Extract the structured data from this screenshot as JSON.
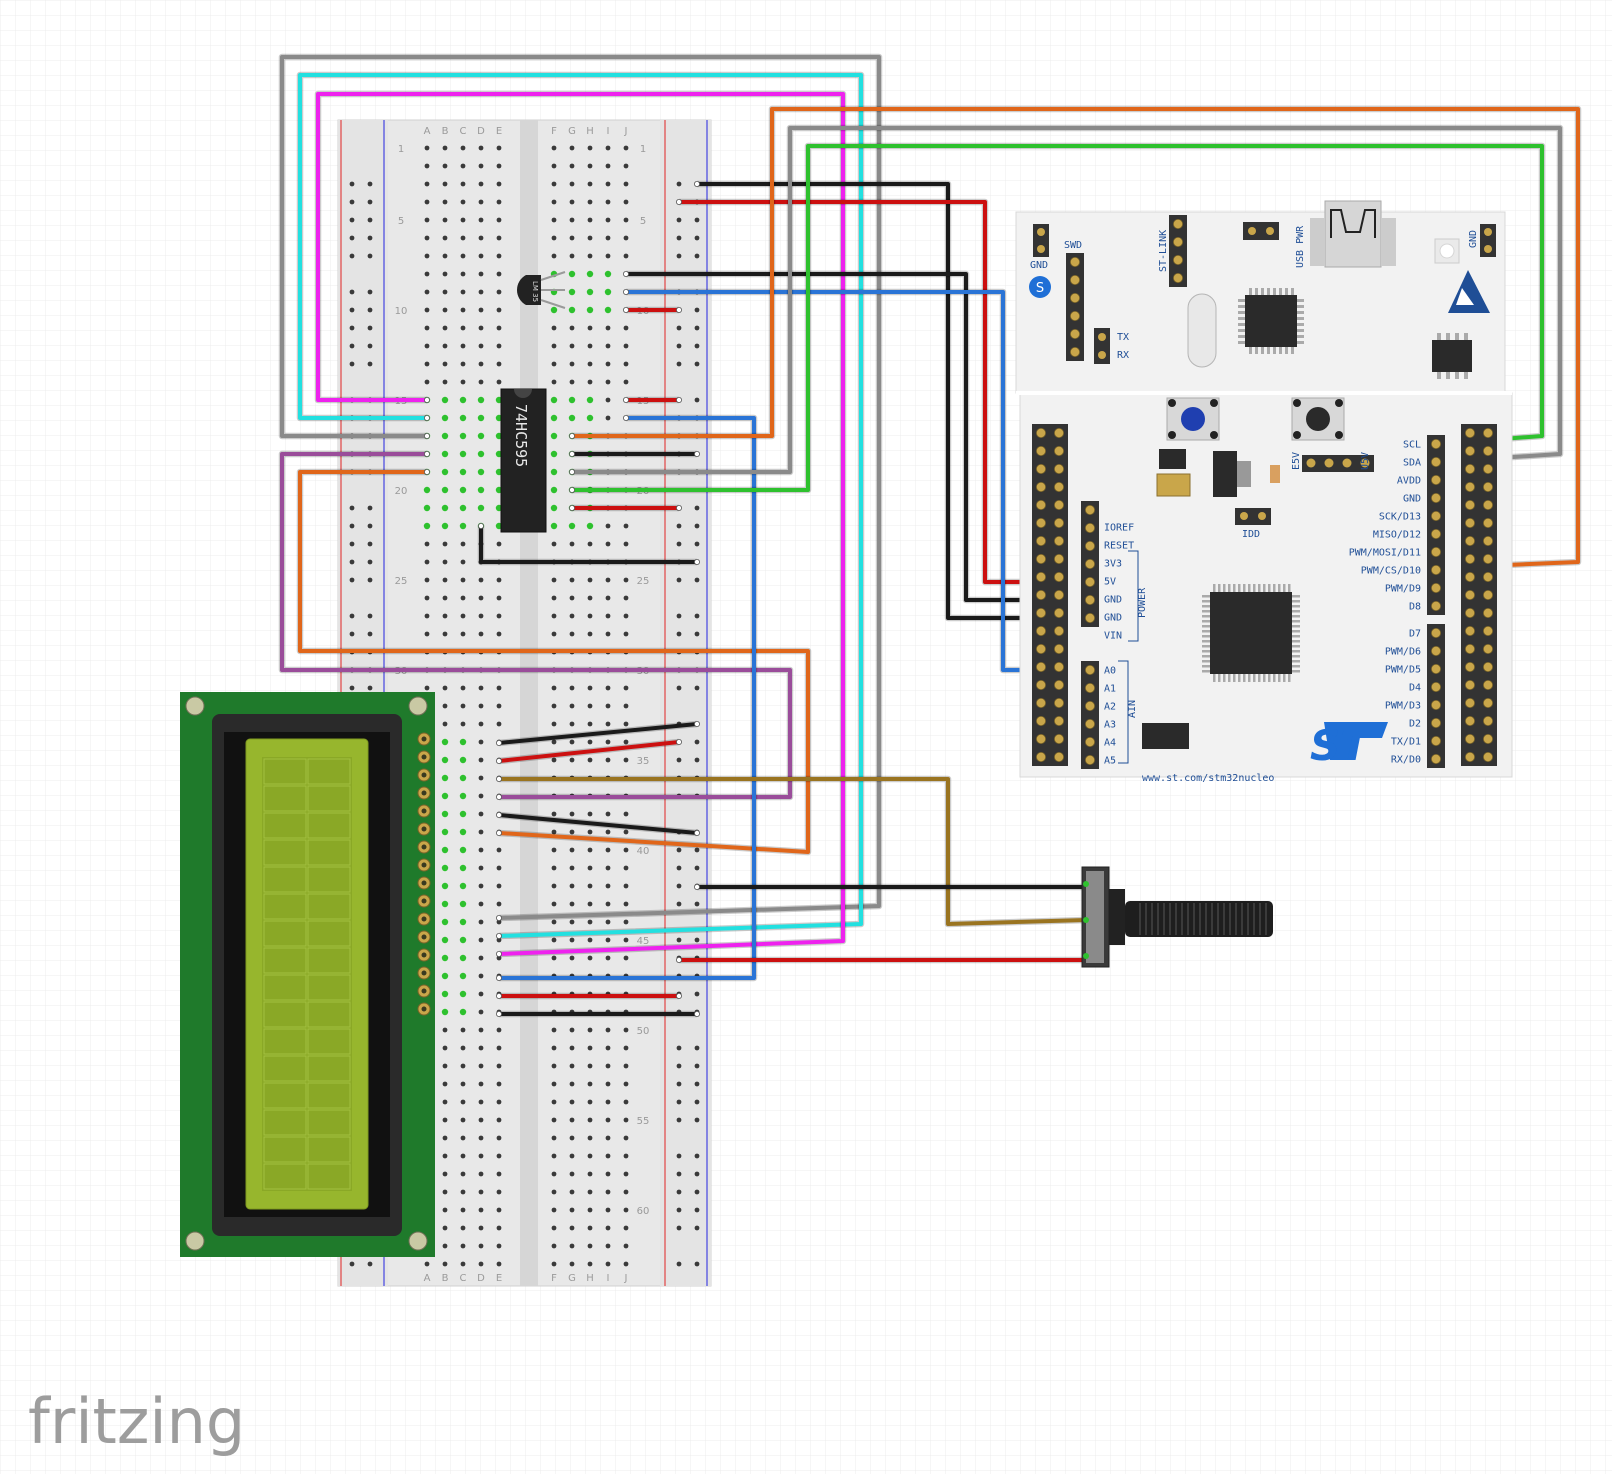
{
  "watermark": "fritzing",
  "breadboard": {
    "col_letters_left": [
      "A",
      "B",
      "C",
      "D",
      "E"
    ],
    "col_letters_right": [
      "F",
      "G",
      "H",
      "I",
      "J"
    ],
    "row_numbers": [
      "1",
      "5",
      "10",
      "15",
      "20",
      "25",
      "30",
      "35",
      "40",
      "45",
      "50",
      "55",
      "60"
    ]
  },
  "components": {
    "shift_register_label": "74HC595",
    "temp_sensor_label": "LM 35"
  },
  "nucleo": {
    "top_labels": {
      "gnd_left": "GND",
      "swd": "SWD",
      "st_link": "ST-LINK",
      "usb_pwr": "USB PWR",
      "gnd_right": "GND",
      "tx": "TX",
      "rx": "RX"
    },
    "power_header": [
      "IOREF",
      "RESET",
      "3V3",
      "5V",
      "GND",
      "GND",
      "VIN"
    ],
    "power_group": "POWER",
    "analog_header": [
      "A0",
      "A1",
      "A2",
      "A3",
      "A4",
      "A5"
    ],
    "analog_group": "AIN",
    "right_header_upper": [
      "SCL",
      "SDA",
      "AVDD",
      "GND",
      "SCK/D13",
      "MISO/D12",
      "PWM/MOSI/D11",
      "PWM/CS/D10",
      "PWM/D9",
      "D8"
    ],
    "right_header_lower": [
      "D7",
      "PWM/D6",
      "PWM/D5",
      "D4",
      "PWM/D3",
      "D2",
      "TX/D1",
      "RX/D0"
    ],
    "jumper_labels": [
      "E5V",
      "U5V",
      "IDD"
    ],
    "url": "www.st.com/stm32nucleo",
    "brand": "ST"
  },
  "colors": {
    "black": "#1a1a1a",
    "red": "#cc1010",
    "blue": "#2a74d6",
    "orange": "#e0661a",
    "gray": "#8a8a8a",
    "green": "#2ec12e",
    "cyan": "#22e0e0",
    "magenta": "#ee22ee",
    "purple": "#9a4d9a",
    "brown": "#9a7420",
    "board_green": "#1f7a2b",
    "lcd_screen": "#97b62d",
    "st_blue": "#1f4e96"
  }
}
